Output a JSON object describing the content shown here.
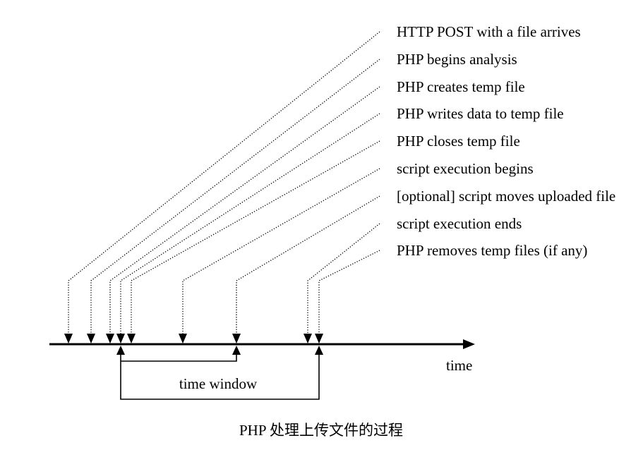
{
  "events": [
    "HTTP POST with a file arrives",
    "PHP begins analysis",
    "PHP creates temp file",
    "PHP writes data to temp file",
    "PHP closes temp file",
    "script execution begins",
    "[optional] script moves uploaded file",
    "script execution ends",
    "PHP removes temp files (if any)"
  ],
  "axis_label": "time",
  "window_label": "time window",
  "caption": "PHP 处理上传文件的过程"
}
